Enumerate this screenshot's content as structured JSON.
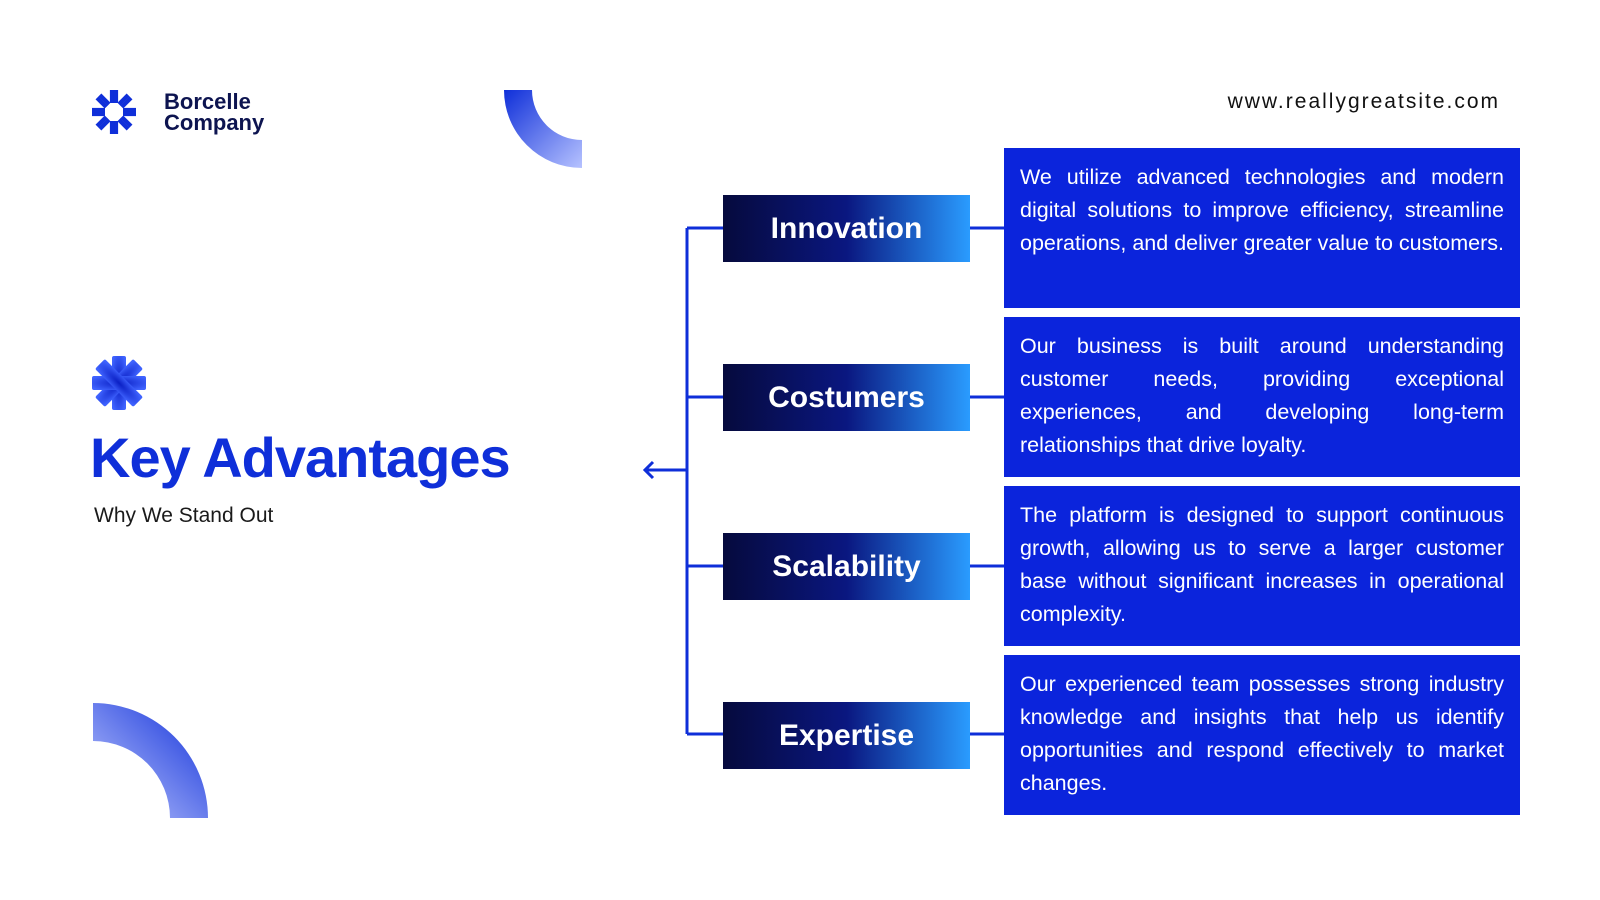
{
  "brand": {
    "name_line1": "Borcelle",
    "name_line2": "Company",
    "website": "www.reallygreatsite.com",
    "accent_color": "#0f2fd9",
    "box_color": "#0b24dc",
    "dark_navy": "#060a3d"
  },
  "hero": {
    "title": "Key Advantages",
    "subtitle": "Why We Stand Out",
    "icon": "asterisk-icon"
  },
  "advantages": [
    {
      "label": "Innovation",
      "description": "We utilize advanced technologies and modern digital solutions to improve efficiency, streamline operations, and deliver greater value to customers."
    },
    {
      "label": "Costumers",
      "description": "Our business is built around understanding customer needs, providing exceptional experiences, and developing long-term relationships that drive loyalty."
    },
    {
      "label": "Scalability",
      "description": "The platform is designed to support continuous growth, allowing us to serve a larger customer base without significant increases in operational complexity."
    },
    {
      "label": "Expertise",
      "description": "Our experienced team possesses strong industry knowledge and insights that help us identify opportunities and respond effectively to market changes."
    }
  ]
}
